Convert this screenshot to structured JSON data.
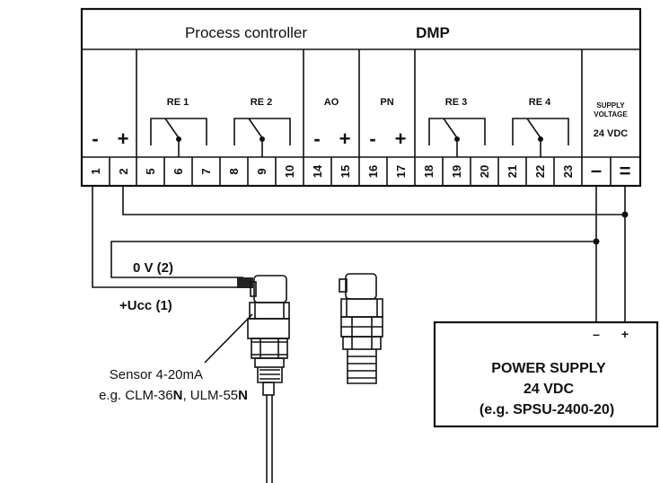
{
  "controller": {
    "title": "Process controller",
    "model": "DMP",
    "groups": {
      "re1": "RE 1",
      "re2": "RE 2",
      "ao": "AO",
      "pn": "PN",
      "re3": "RE 3",
      "re4": "RE 4"
    },
    "supply_line1": "SUPPLY",
    "supply_line2": "VOLTAGE",
    "supply_vdc": "24 VDC",
    "signs": {
      "s1": "-",
      "s2": "+",
      "ao_minus": "-",
      "ao_plus": "+",
      "pn_minus": "-",
      "pn_plus": "+"
    },
    "terminals": [
      "1",
      "2",
      "5",
      "6",
      "7",
      "8",
      "9",
      "10",
      "14",
      "15",
      "16",
      "17",
      "18",
      "19",
      "20",
      "21",
      "22",
      "23"
    ],
    "supply_terminals": [
      "–",
      "="
    ]
  },
  "wiring": {
    "zero_v": "0 V (2)",
    "ucc": "+Ucc (1)"
  },
  "sensor": {
    "line1": "Sensor  4-20mA",
    "line2_prefix": "e.g. CLM-36",
    "line2_bold1": "N",
    "line2_mid": ", ULM-55",
    "line2_bold2": "N"
  },
  "power_supply": {
    "title": "POWER SUPPLY",
    "voltage": "24 VDC",
    "example": "(e.g. SPSU-2400-20)",
    "minus": "–",
    "plus": "+"
  }
}
